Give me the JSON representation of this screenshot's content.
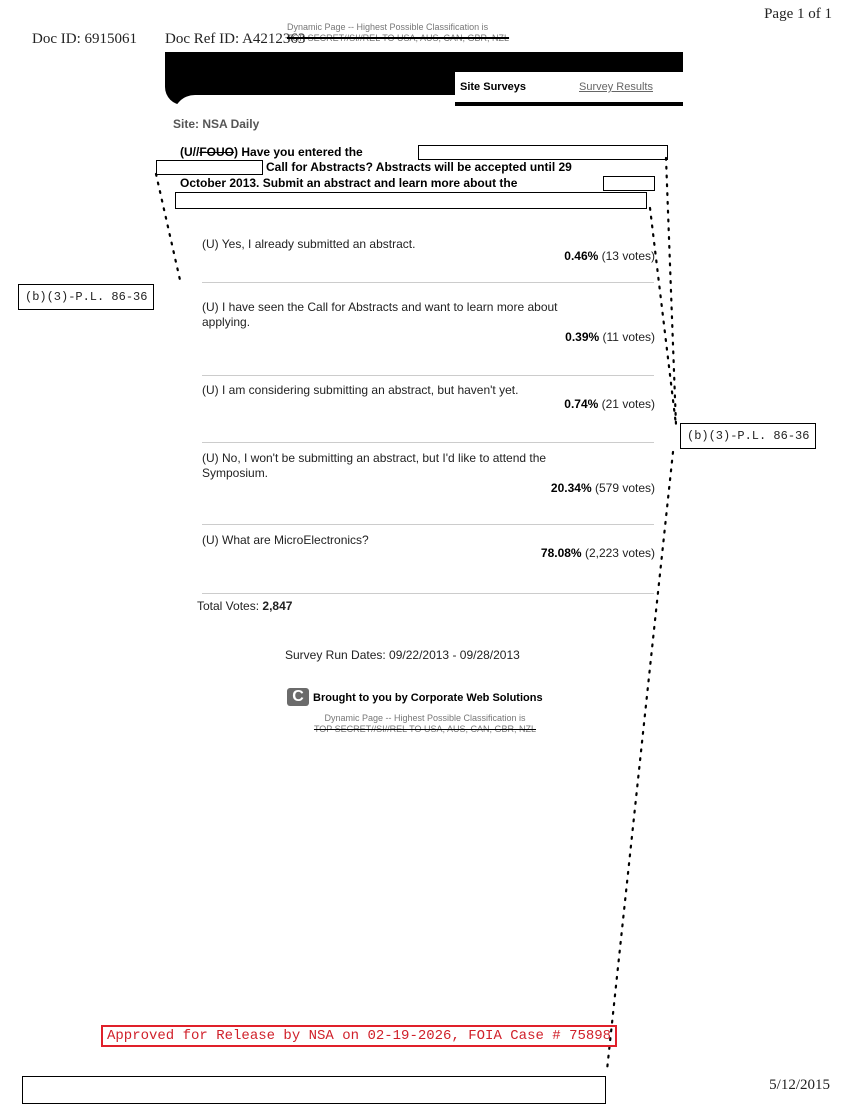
{
  "page_header": {
    "page_number": "Page 1 of 1",
    "doc_id": "Doc ID: 6915061",
    "doc_ref": "Doc Ref ID: A4212363"
  },
  "classification": {
    "line1": "Dynamic Page -- Highest Possible Classification is",
    "line2": "TOP SECRET//SI//REL TO USA, AUS, CAN, GBR, NZL"
  },
  "nav": {
    "site_surveys": "Site Surveys",
    "survey_results": "Survey Results"
  },
  "site": "Site: NSA Daily",
  "question": {
    "marking_open": "(U//",
    "marking_struck": "FOUO",
    "marking_close": ")",
    "part1": "Have you entered the",
    "part2": "Call for Abstracts? Abstracts will be accepted until 29",
    "part3": "October 2013. Submit an abstract and learn more about the"
  },
  "options": [
    {
      "line1": "(U) Yes, I already submitted an abstract.",
      "line2": "",
      "percent": "0.46%",
      "votes": "(13 votes)"
    },
    {
      "line1": "(U) I have seen the Call for Abstracts and want to learn more about",
      "line2": "applying.",
      "percent": "0.39%",
      "votes": "(11 votes)"
    },
    {
      "line1": "(U) I am considering submitting an abstract, but haven't yet.",
      "line2": "",
      "percent": "0.74%",
      "votes": "(21 votes)"
    },
    {
      "line1": "(U) No, I won't be submitting an abstract, but I'd like to attend the",
      "line2": "Symposium.",
      "percent": "20.34%",
      "votes": "(579 votes)"
    },
    {
      "line1": "(U) What are MicroElectronics?",
      "line2": "",
      "percent": "78.08%",
      "votes": "(2,223 votes)"
    }
  ],
  "total": {
    "label": "Total Votes:",
    "value": "2,847"
  },
  "run_dates": "Survey Run Dates: 09/22/2013 - 09/28/2013",
  "brought_by": "Brought to you by Corporate Web Solutions",
  "exemption_label": "(b)(3)-P.L. 86-36",
  "approved": "Approved for Release by NSA on 02-19-2026, FOIA Case # 75898",
  "print_date": "5/12/2015",
  "colors": {
    "stamp_red": "#e0202a"
  }
}
